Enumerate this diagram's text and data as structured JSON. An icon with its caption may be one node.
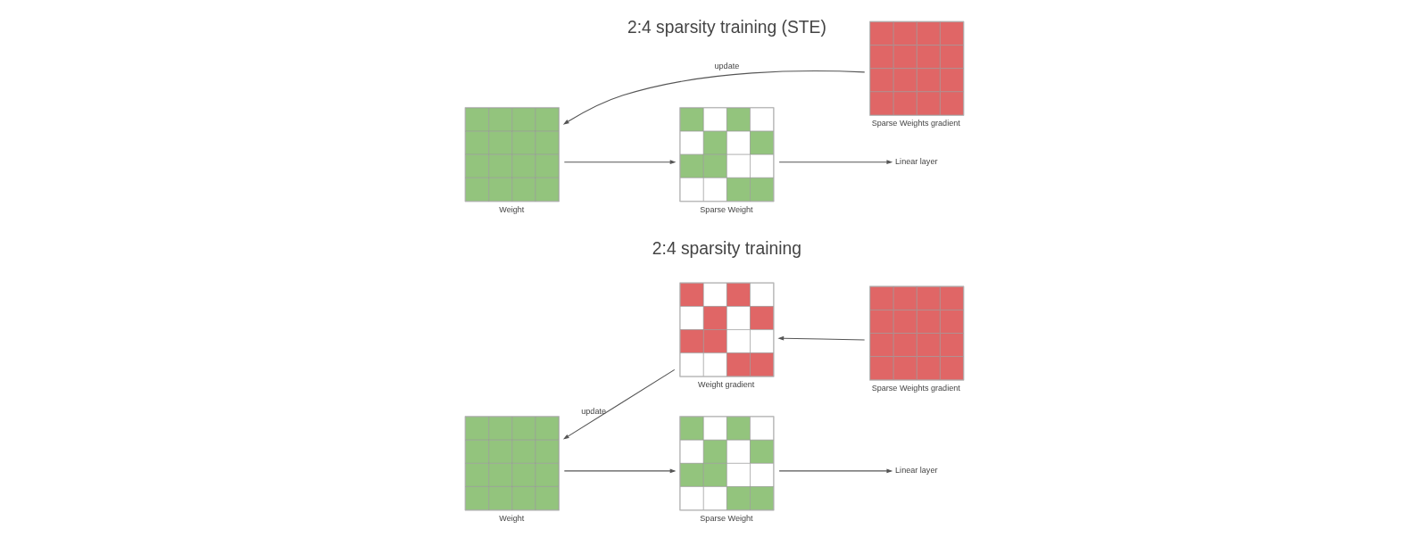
{
  "diagram": {
    "nodes": [
      {
        "text": [
          "Weight"
        ]
      },
      {
        "text": [
          "Sparse Weight"
        ]
      },
      {
        "text": [
          "Linear layer"
        ]
      },
      {
        "text": [
          "Weight gradient"
        ]
      },
      {
        "text": [
          "Sparse Weights gradient"
        ]
      },
      {
        "text": [
          "Weight"
        ]
      },
      {
        "text": [
          "Sparse Weight"
        ]
      },
      {
        "text": [
          "Linear layer"
        ]
      },
      {
        "text": [
          "Sparse Weights gradient"
        ]
      }
    ],
    "edges": [
      {
        "from": 0,
        "to": 1,
        "arrow": "to"
      },
      {
        "from": 1,
        "to": 2,
        "arrow": "to"
      },
      {
        "from": 4,
        "to": 3,
        "arrow": "to"
      },
      {
        "from": 3,
        "to": 0,
        "arrow": "to",
        "label": "update"
      },
      {
        "from": 5,
        "to": 6,
        "arrow": "to"
      },
      {
        "from": 6,
        "to": 7,
        "arrow": "to"
      },
      {
        "from": 8,
        "to": 5,
        "arrow": "to",
        "label": "update"
      }
    ],
    "labels": [
      "2:4 sparsity training",
      "2:4 sparsity training (STE)"
    ]
  }
}
